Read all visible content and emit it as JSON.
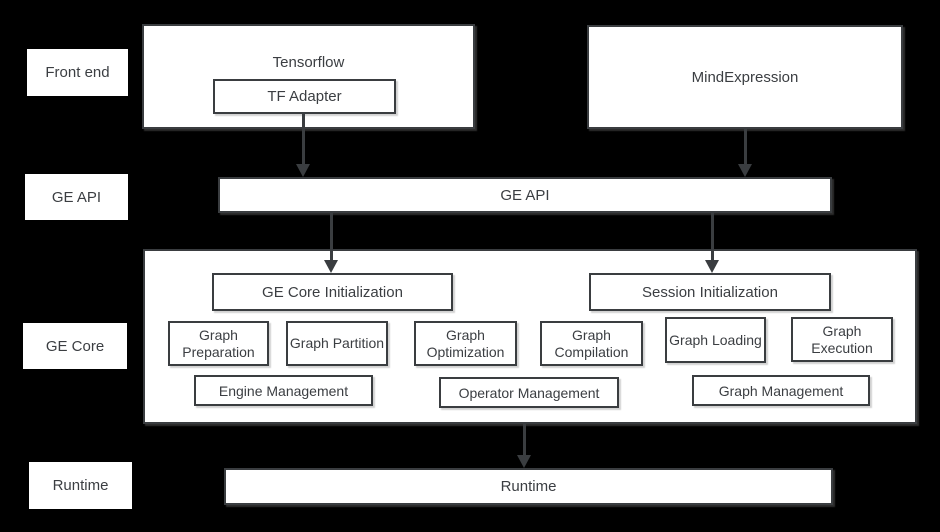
{
  "layers": [
    {
      "id": "front-end",
      "label": "Front end"
    },
    {
      "id": "ge-api",
      "label": "GE API"
    },
    {
      "id": "ge-core",
      "label": "GE Core"
    },
    {
      "id": "runtime",
      "label": "Runtime"
    }
  ],
  "front_end": {
    "tensorflow_label": "Tensorflow",
    "tf_adapter_label": "TF Adapter",
    "mind_expression_label": "MindExpression"
  },
  "ge_api": {
    "bar_label": "GE API"
  },
  "ge_core": {
    "init_boxes": [
      {
        "label": "GE Core Initialization"
      },
      {
        "label": "Session Initialization"
      }
    ],
    "modules": [
      {
        "label": "Graph Preparation"
      },
      {
        "label": "Graph Partition"
      },
      {
        "label": "Graph Optimization"
      },
      {
        "label": "Graph Compilation"
      },
      {
        "label": "Graph Loading"
      },
      {
        "label": "Graph Execution"
      }
    ],
    "management": [
      {
        "label": "Engine Management"
      },
      {
        "label": "Operator Management"
      },
      {
        "label": "Graph Management"
      }
    ]
  },
  "runtime": {
    "bar_label": "Runtime"
  },
  "colors": {
    "background": "#000000",
    "box_fill": "#ffffff",
    "box_border": "#3a3d40",
    "text": "#3b3e42",
    "arrow": "#3a3d40"
  }
}
